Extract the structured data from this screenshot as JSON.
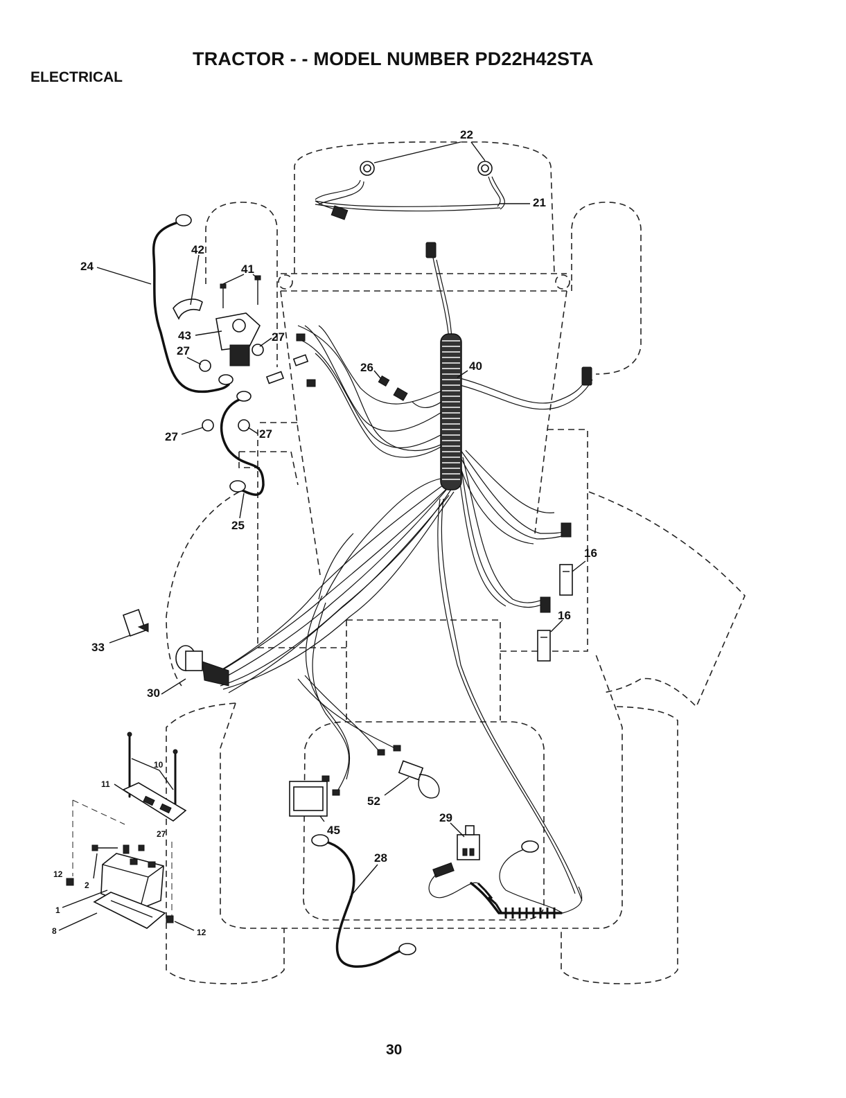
{
  "header": {
    "title": "TRACTOR - - MODEL NUMBER PD22H42STA",
    "section": "ELECTRICAL"
  },
  "page_number": "30",
  "callouts": [
    {
      "id": "c22",
      "text": "22"
    },
    {
      "id": "c21",
      "text": "21"
    },
    {
      "id": "c24",
      "text": "24"
    },
    {
      "id": "c42",
      "text": "42"
    },
    {
      "id": "c41",
      "text": "41"
    },
    {
      "id": "c43",
      "text": "43"
    },
    {
      "id": "c27a",
      "text": "27"
    },
    {
      "id": "c27b",
      "text": "27"
    },
    {
      "id": "c27c",
      "text": "27"
    },
    {
      "id": "c27d",
      "text": "27"
    },
    {
      "id": "c26",
      "text": "26"
    },
    {
      "id": "c40",
      "text": "40"
    },
    {
      "id": "c25",
      "text": "25"
    },
    {
      "id": "c16a",
      "text": "16"
    },
    {
      "id": "c16b",
      "text": "16"
    },
    {
      "id": "c33",
      "text": "33"
    },
    {
      "id": "c30",
      "text": "30"
    },
    {
      "id": "c10",
      "text": "10"
    },
    {
      "id": "c11",
      "text": "11"
    },
    {
      "id": "c27e",
      "text": "27"
    },
    {
      "id": "c12a",
      "text": "12"
    },
    {
      "id": "c2",
      "text": "2"
    },
    {
      "id": "c1",
      "text": "1"
    },
    {
      "id": "c8",
      "text": "8"
    },
    {
      "id": "c12b",
      "text": "12"
    },
    {
      "id": "c52",
      "text": "52"
    },
    {
      "id": "c45",
      "text": "45"
    },
    {
      "id": "c28",
      "text": "28"
    },
    {
      "id": "c29",
      "text": "29"
    }
  ]
}
